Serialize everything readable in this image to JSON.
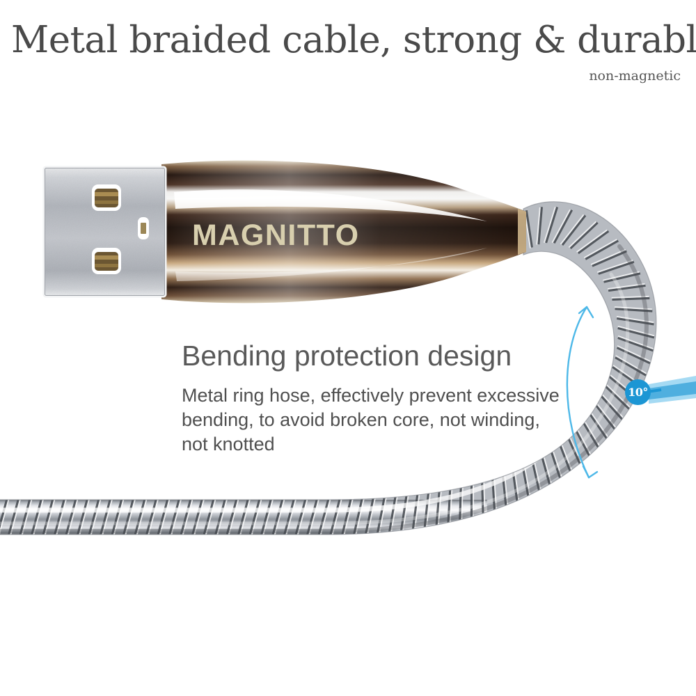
{
  "headline": {
    "title": "Metal braided cable, strong & durable",
    "subtitle": "non-magnetic"
  },
  "feature": {
    "title": "Bending protection design",
    "body_lines": [
      "Metal ring hose, effectively prevent excessive",
      "bending, to avoid broken core, not winding,",
      "not knotted"
    ]
  },
  "product": {
    "brand_label": "MAGNITTO",
    "connector_type": "usb-a",
    "cable_type": "metal-spring-coil-hose"
  },
  "annotation": {
    "angle_label": "10°",
    "arrow_style": "double-headed-arc"
  },
  "colors": {
    "headline_text": "#4a4a4a",
    "subtitle_text": "#555555",
    "feature_title_text": "#595959",
    "feature_body_text": "#4f4f4f",
    "accent_blue": "#1c96d4",
    "arc_blue": "#4db8e8",
    "background": "#ffffff",
    "brand_text_gold": "#d8cfae",
    "connector_dark": "#2a1a12",
    "usb_shell_silver": "#b9bcc2",
    "cable_silver": "#c9ccd1"
  }
}
